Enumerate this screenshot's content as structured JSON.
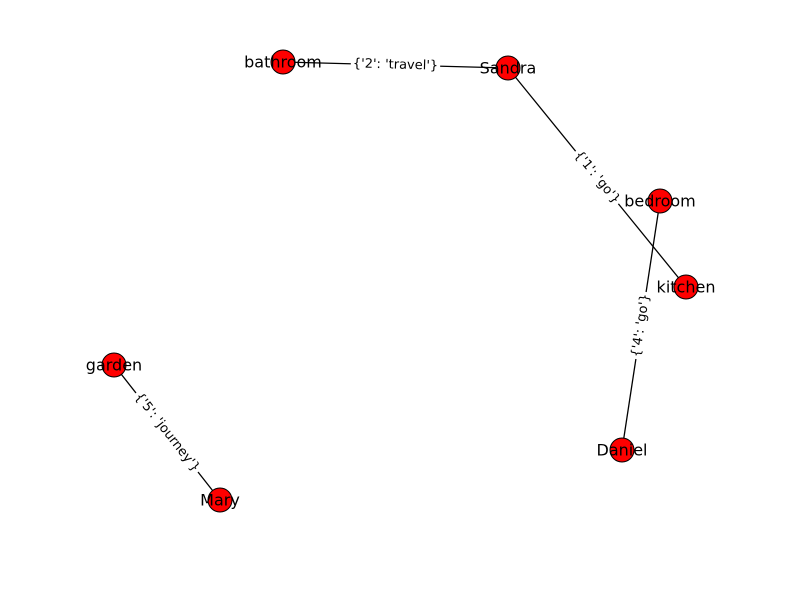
{
  "graph": {
    "node_color": "#ff0000",
    "node_stroke": "#000000",
    "nodes": [
      {
        "id": "bathroom",
        "label": "bathroom"
      },
      {
        "id": "Sandra",
        "label": "Sandra"
      },
      {
        "id": "bedroom",
        "label": "bedroom"
      },
      {
        "id": "kitchen",
        "label": "kitchen"
      },
      {
        "id": "Daniel",
        "label": "Daniel"
      },
      {
        "id": "garden",
        "label": "garden"
      },
      {
        "id": "Mary",
        "label": "Mary"
      }
    ],
    "edges": [
      {
        "from": "bathroom",
        "to": "Sandra",
        "label": "{'2': 'travel'}"
      },
      {
        "from": "Sandra",
        "to": "kitchen",
        "label": "{'1': 'go'}"
      },
      {
        "from": "bedroom",
        "to": "Daniel",
        "label": "{'4': 'go'}"
      },
      {
        "from": "garden",
        "to": "Mary",
        "label": "{'5': 'journey'}"
      }
    ]
  }
}
